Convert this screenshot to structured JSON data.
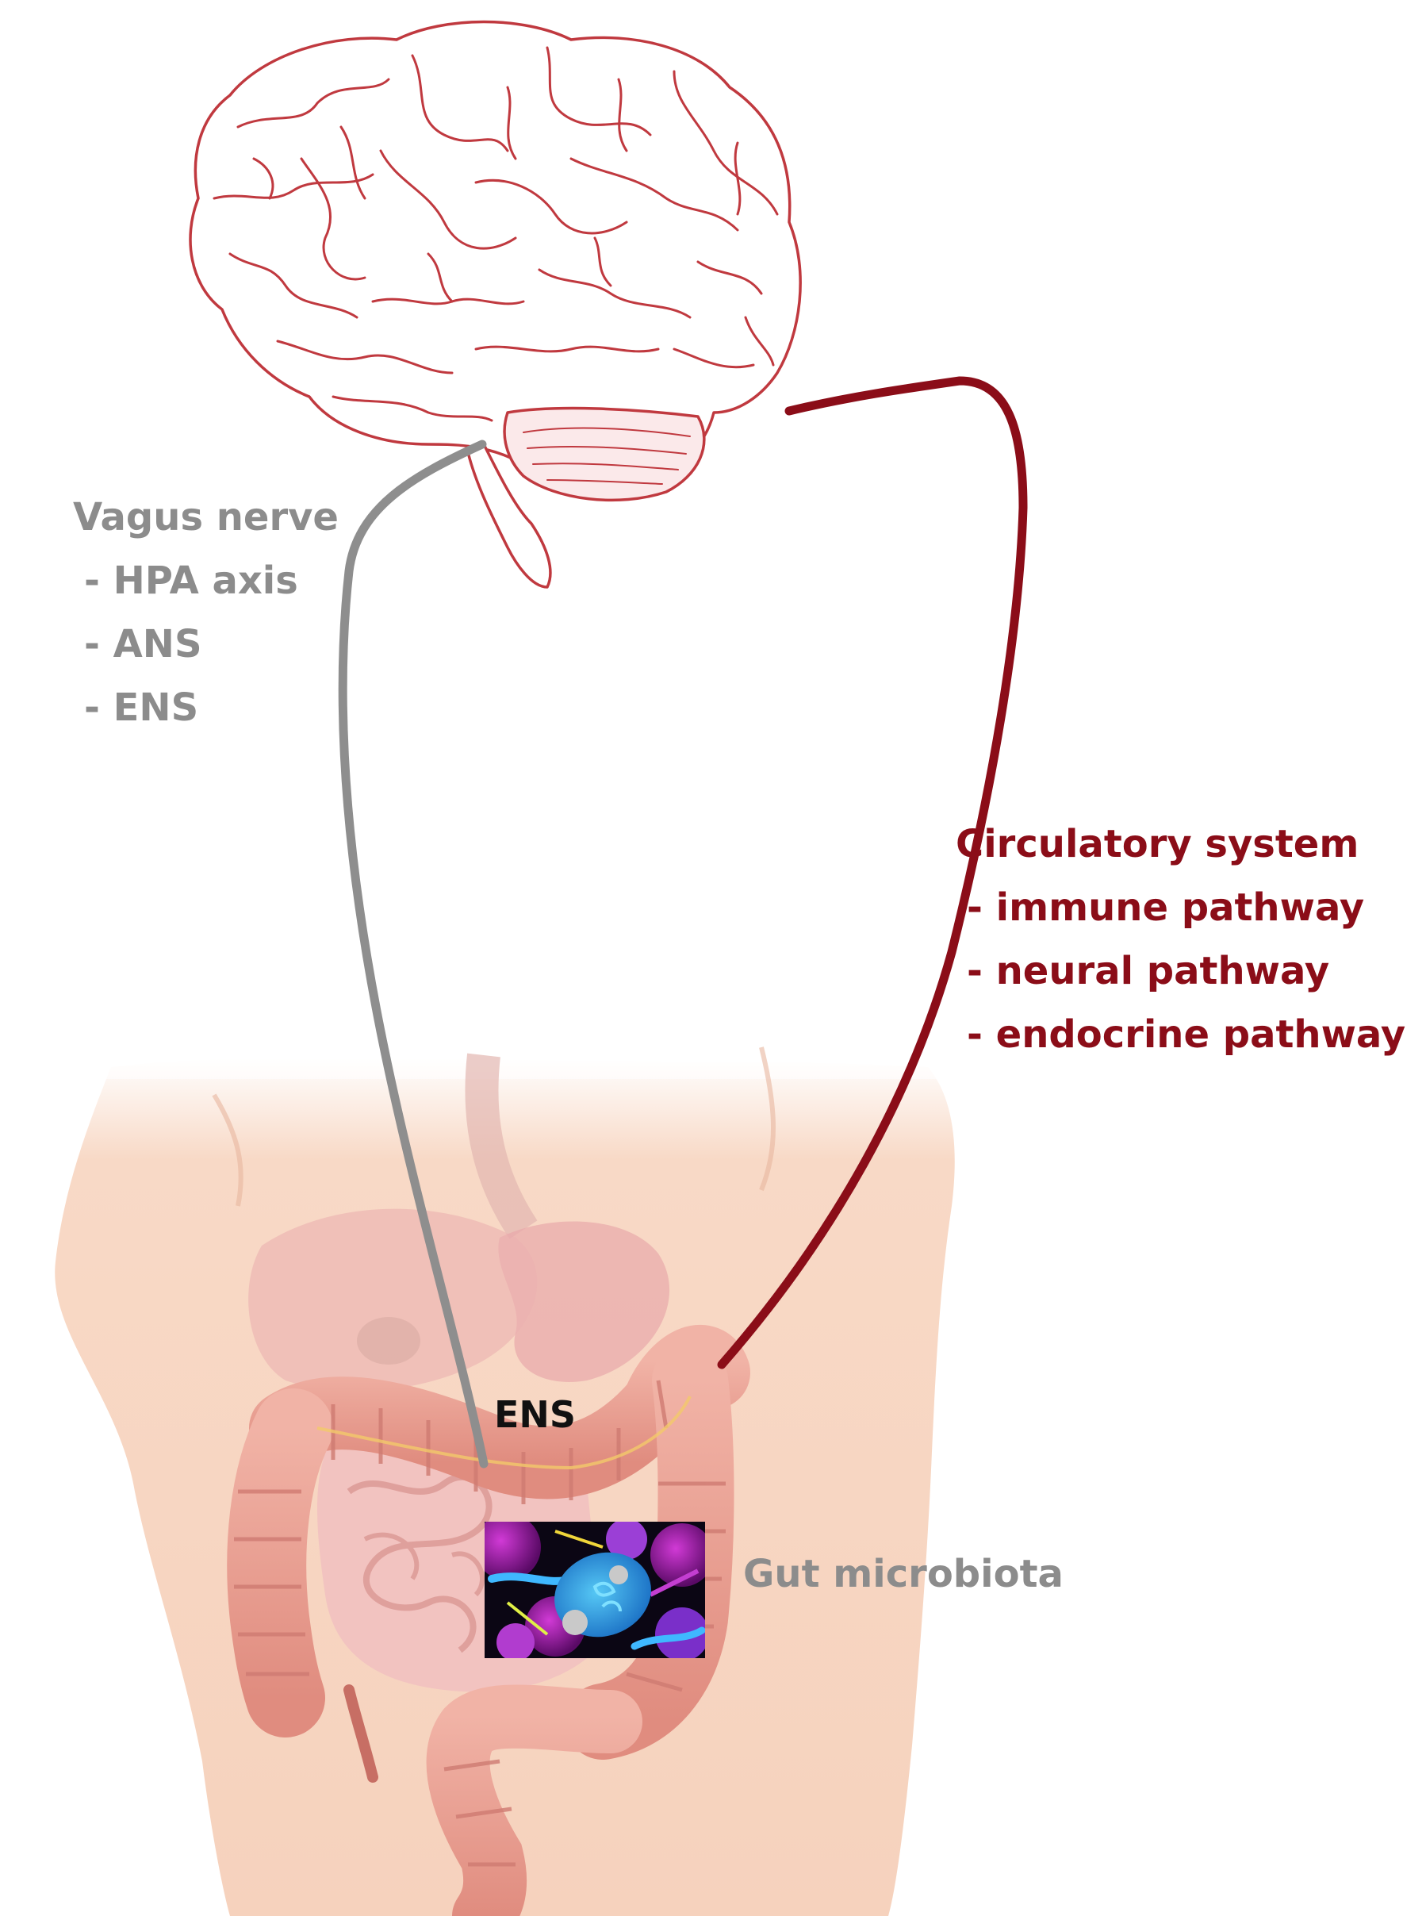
{
  "labels": {
    "vagus": {
      "title": "Vagus nerve",
      "items": [
        "- HPA axis",
        "- ANS",
        "- ENS"
      ]
    },
    "circulatory": {
      "title": "Circulatory system",
      "items": [
        "- immune pathway",
        "- neural pathway",
        "- endocrine pathway"
      ]
    },
    "ens": "ENS",
    "gut_microbiota": "Gut microbiota"
  },
  "colors": {
    "vagus_line": "#8e8e8e",
    "circulatory_line": "#8b0d18",
    "brain_outline": "#c0393f",
    "skin": "#f6d2bd",
    "intestine": "#e59a8f"
  }
}
